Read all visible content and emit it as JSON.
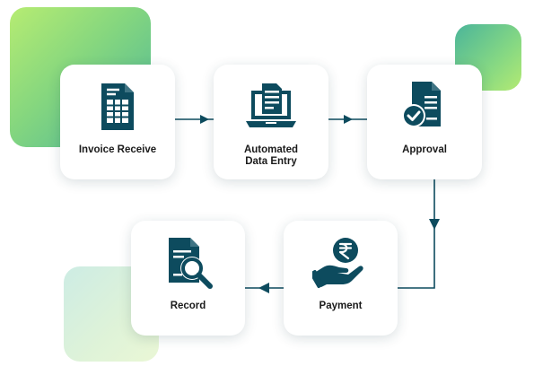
{
  "colors": {
    "icon": "#0d4b5e",
    "connector": "#0d4b5e",
    "accent_green": "#8bd47e",
    "accent_teal": "#4bb59a"
  },
  "steps": [
    {
      "label": "Invoice Receive",
      "icon": "invoice-spreadsheet-icon"
    },
    {
      "label": "Automated\nData Entry",
      "icon": "laptop-document-icon"
    },
    {
      "label": "Approval",
      "icon": "document-check-icon"
    },
    {
      "label": "Payment",
      "icon": "rupee-hand-icon"
    },
    {
      "label": "Record",
      "icon": "document-search-icon"
    }
  ]
}
